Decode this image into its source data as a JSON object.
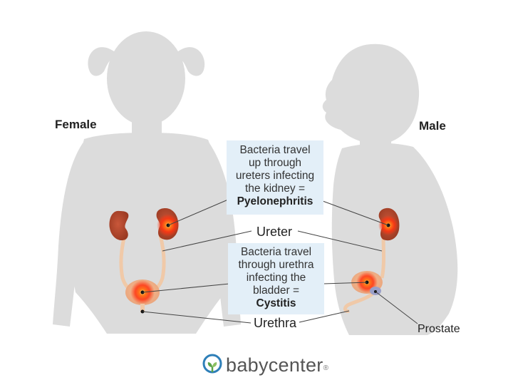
{
  "labels": {
    "female": "Female",
    "male": "Male",
    "ureter": "Ureter",
    "urethra": "Urethra",
    "prostate": "Prostate"
  },
  "pyelonephritis_box": {
    "line1": "Bacteria travel",
    "line2": "up through",
    "line3": "ureters infecting",
    "line4": "the  kidney =",
    "term": "Pyelonephritis"
  },
  "cystitis_box": {
    "line1": "Bacteria travel",
    "line2": "through urethra",
    "line3": "infecting the",
    "line4": "bladder =",
    "term": "Cystitis"
  },
  "brand": {
    "name": "babycenter",
    "mark": "®"
  },
  "colors": {
    "silhouette": "#dcdcdc",
    "kidney": "#b5482a",
    "infection": "#ff3b14",
    "box_bg": "#e3eff8",
    "leader_line": "#444444"
  }
}
